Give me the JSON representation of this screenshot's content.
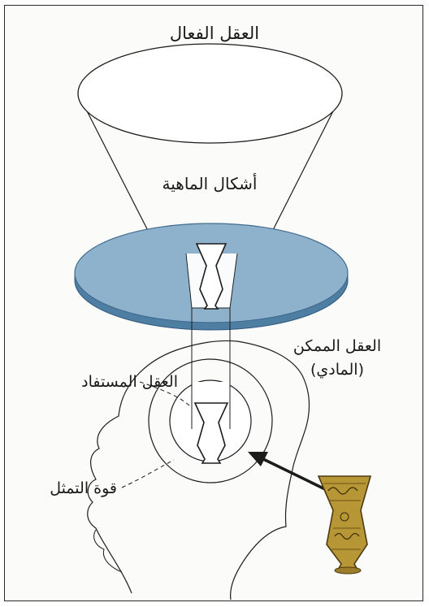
{
  "diagram": {
    "labels": {
      "active_intellect": "العقل الفعال",
      "forms_of_quiddity": "أشكال الماهية",
      "possible_intellect_line1": "العقل الممكن",
      "possible_intellect_line2": "(المادي)",
      "acquired_intellect": "العقل المستفاد",
      "faculty_of_imagination": "قوة التمثل"
    },
    "colors": {
      "disc_fill": "#8fb2cc",
      "disc_edge": "#4f7ea3",
      "lamp_gold": "#b79636",
      "line": "#1c1c1c"
    },
    "icons": [
      "vessel-icon",
      "mosque-lamp-icon",
      "head-silhouette",
      "arrow"
    ]
  }
}
